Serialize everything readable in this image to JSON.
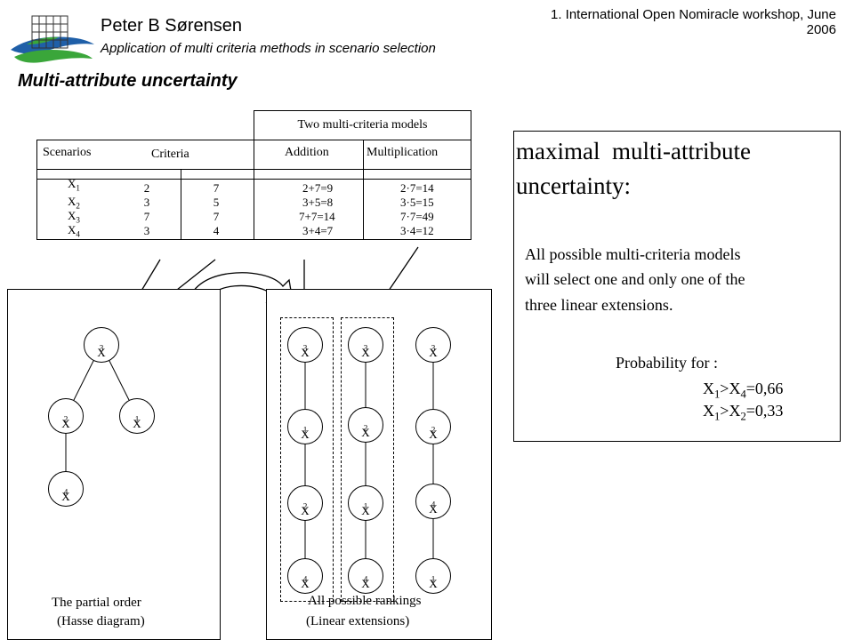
{
  "header": {
    "conference": "1. International Open Nomiracle workshop, June 2006",
    "author": "Peter B Sørensen",
    "subtitle": "Application of multi criteria methods in scenario selection",
    "slide_title": "Multi-attribute uncertainty"
  },
  "table": {
    "models_header": "Two multi-criteria models",
    "col_scenarios": "Scenarios",
    "col_criteria": "Criteria",
    "col_addition": "Addition",
    "col_multiplication": "Multiplication",
    "rows": [
      {
        "scenario": "X",
        "sub": "1",
        "c1": "2",
        "c2": "7",
        "addition": "2+7=9",
        "multiplication": "2·7=14"
      },
      {
        "scenario": "X",
        "sub": "2",
        "c1": "3",
        "c2": "5",
        "addition": "3+5=8",
        "multiplication": "3·5=15"
      },
      {
        "scenario": "X",
        "sub": "3",
        "c1": "7",
        "c2": "7",
        "addition": "7+7=14",
        "multiplication": "7·7=49"
      },
      {
        "scenario": "X",
        "sub": "4",
        "c1": "3",
        "c2": "4",
        "addition": "3+4=7",
        "multiplication": "3·4=12"
      }
    ]
  },
  "hasse": {
    "nodes": [
      {
        "label": "X",
        "sub": "3"
      },
      {
        "label": "X",
        "sub": "2"
      },
      {
        "label": "X",
        "sub": "1"
      },
      {
        "label": "X",
        "sub": "4"
      }
    ],
    "caption_line1": "The partial order",
    "caption_line2": "(Hasse diagram)"
  },
  "rankings": {
    "columns": [
      [
        {
          "label": "X",
          "sub": "3"
        },
        {
          "label": "X",
          "sub": "1"
        },
        {
          "label": "X",
          "sub": "2"
        },
        {
          "label": "X",
          "sub": "4"
        }
      ],
      [
        {
          "label": "X",
          "sub": "3"
        },
        {
          "label": "X",
          "sub": "2"
        },
        {
          "label": "X",
          "sub": "1"
        },
        {
          "label": "X",
          "sub": "4"
        }
      ],
      [
        {
          "label": "X",
          "sub": "3"
        },
        {
          "label": "X",
          "sub": "2"
        },
        {
          "label": "X",
          "sub": "4"
        },
        {
          "label": "X",
          "sub": "1"
        }
      ]
    ],
    "caption_line1": "All possible rankings",
    "caption_line2": "(Linear extensions)"
  },
  "right_panel": {
    "heading_line1": "maximal  multi-attribute",
    "heading_line2": "uncertainty:",
    "body_line1": "All possible multi-criteria models",
    "body_line2": "will select one and only one of the",
    "body_line3": "three linear extensions.",
    "prob_title": "Probability for :",
    "prob1": {
      "a": "X",
      "a_sub": "1",
      "op": ">",
      "b": "X",
      "b_sub": "4",
      "value": "=0,66"
    },
    "prob2": {
      "a": "X",
      "a_sub": "1",
      "op": ">",
      "b": "X",
      "b_sub": "2",
      "value": "=0,33"
    }
  },
  "colors": {
    "logo_blue": "#1f5fa8",
    "logo_green": "#3aa63a",
    "prob_arrow": "#66cc00"
  }
}
